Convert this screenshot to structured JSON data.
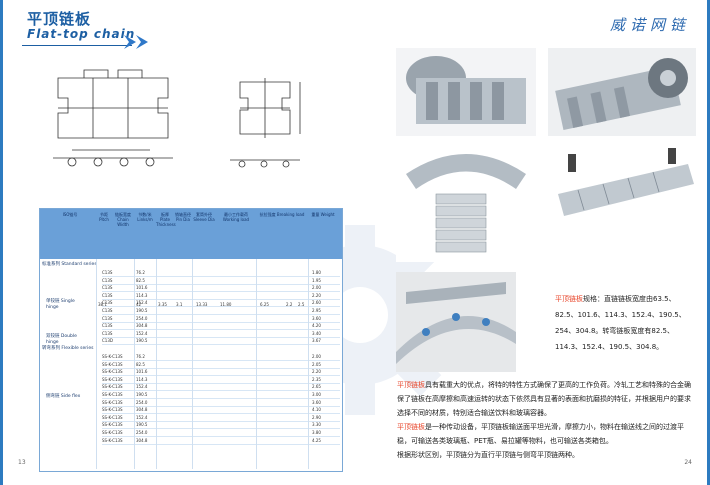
{
  "header": {
    "title_cn": "平顶链板",
    "title_en": "Flat-top chain",
    "brand": "威诺网链"
  },
  "table": {
    "headers": [
      "ISO链号",
      "节距Pitch",
      "链板宽度 Chain Width",
      "节数/米 Links/m",
      "板厚 Plate Thickness",
      "销轴直径 Pin Dia",
      "套筒外径 Sleeve Dia",
      "最小工作载荷 Working load",
      "抗拉强度 Breaking load",
      "重量 Weight"
    ],
    "section_standard": "标准系列 Standard series",
    "section_twist": "转弯系列 Flexible series",
    "group_single": "单铰链 Single hinge",
    "group_double": "双铰链 Double hinge",
    "group_side": "侧弯链 Side flex",
    "standard_rows": [
      {
        "code": "C13S",
        "w": "76.2",
        "wt": "1.80"
      },
      {
        "code": "C13S",
        "w": "82.5",
        "wt": "1.95"
      },
      {
        "code": "C13S",
        "w": "101.6",
        "wt": "2.00"
      },
      {
        "code": "C13S",
        "w": "114.3",
        "wt": "2.20"
      },
      {
        "code": "C13S",
        "w": "152.4",
        "wt": "2.60"
      },
      {
        "code": "C13S",
        "w": "190.5",
        "wt": "2.95"
      },
      {
        "code": "C13S",
        "w": "254.0",
        "wt": "3.60"
      },
      {
        "code": "C13S",
        "w": "304.8",
        "wt": "4.20"
      },
      {
        "code": "C13S",
        "w": "152.4",
        "wt": "3.40"
      },
      {
        "code": "C13D",
        "w": "190.5",
        "wt": "3.67"
      }
    ],
    "standard_common": {
      "pitch": "38.1",
      "links": "42",
      "thick": "3.35",
      "pin": "3.1",
      "sleeve": "13.33",
      "work": "11.80",
      "break": "6.25",
      "x": "2.2",
      "y": "2.5"
    },
    "twist_rows": [
      {
        "code": "SS-K-C13S",
        "w": "76.2",
        "wt": "2.00"
      },
      {
        "code": "SS-K-C13S",
        "w": "82.5",
        "wt": "2.05"
      },
      {
        "code": "SS-K-C13S",
        "w": "101.6",
        "wt": "2.20"
      },
      {
        "code": "SS-K-C13S",
        "w": "114.3",
        "wt": "2.35"
      },
      {
        "code": "SS-K-C13S",
        "w": "152.4",
        "wt": "2.65"
      },
      {
        "code": "SS-K-C13S",
        "w": "190.5",
        "wt": "3.00"
      },
      {
        "code": "SS-K-C13S",
        "w": "254.0",
        "wt": "3.60"
      },
      {
        "code": "SS-K-C13S",
        "w": "304.8",
        "wt": "4.10"
      },
      {
        "code": "SS-K-C13S",
        "w": "152.4",
        "wt": "2.90"
      },
      {
        "code": "SS-K-C13S",
        "w": "190.5",
        "wt": "3.30"
      },
      {
        "code": "SS-K-C13S",
        "w": "254.0",
        "wt": "3.80"
      },
      {
        "code": "SS-K-C13S",
        "w": "304.8",
        "wt": "4.25"
      }
    ]
  },
  "caption": {
    "highlight": "平顶链板",
    "text": "规格：直链链板宽度由63.5、82.5、101.6、114.3、152.4、190.5、254、304.8。转弯链板宽度有82.5、114.3、152.4、190.5、304.8。"
  },
  "paragraphs": [
    {
      "highlight": "平顶链板",
      "text": "具有载重大的优点，将特的特性方式确保了更高的工作负荷。冷轧工艺和特殊的合金确保了链板在高摩擦和高速运转的状态下依然具有显著的表面和抗磨损的特征，并根据用户的要求选择不同的材质，特别适合输送饮料和玻璃容器。"
    },
    {
      "highlight": "平顶链板",
      "text": "是一种传动设备，平顶链板输送面平坦光滑，摩擦力小，物料在输送线之间的过渡平稳，可输送各类玻璃瓶、PET瓶、易拉罐等物料，也可输送各类箱包。"
    },
    {
      "highlight": "",
      "text": "根据形状区别，平顶链分为直行平顶链与侧弯平顶链两种。"
    }
  ],
  "page_numbers": {
    "left": "13",
    "right": "24"
  },
  "colors": {
    "accent": "#1d5fa3",
    "highlight": "#e8462b",
    "table_head": "#6aa0d8"
  }
}
